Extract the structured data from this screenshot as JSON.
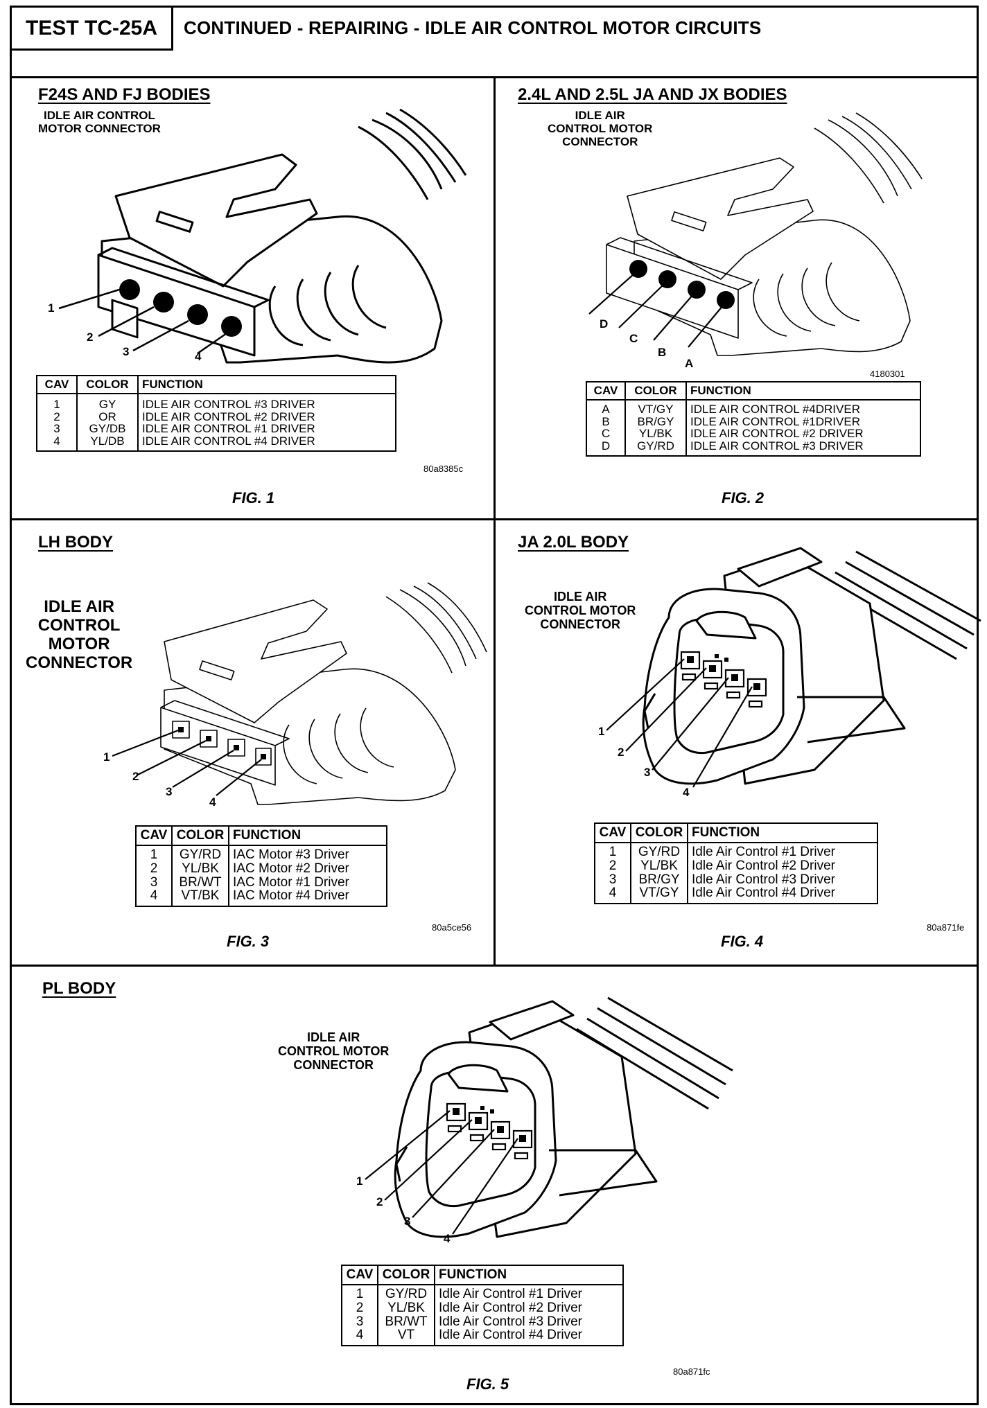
{
  "header": {
    "test_id": "TEST TC-25A",
    "title": "CONTINUED - REPAIRING - IDLE AIR CONTROL MOTOR CIRCUITS"
  },
  "panels": [
    {
      "title": "F24S AND FJ BODIES",
      "connector_label": [
        "IDLE AIR CONTROL",
        "MOTOR CONNECTOR"
      ],
      "callouts": [
        "1",
        "2",
        "3",
        "4"
      ],
      "table": {
        "headers": [
          "CAV",
          "COLOR",
          "FUNCTION"
        ],
        "rows": [
          [
            "1",
            "GY",
            "IDLE AIR CONTROL #3 DRIVER"
          ],
          [
            "2",
            "OR",
            "IDLE AIR CONTROL #2 DRIVER"
          ],
          [
            "3",
            "GY/DB",
            "IDLE AIR CONTROL #1 DRIVER"
          ],
          [
            "4",
            "YL/DB",
            "IDLE AIR CONTROL #4 DRIVER"
          ]
        ]
      },
      "code": "80a8385c",
      "fig": "FIG. 1"
    },
    {
      "title": "2.4L AND 2.5L JA AND JX BODIES",
      "connector_label": [
        "IDLE AIR",
        "CONTROL MOTOR",
        "CONNECTOR"
      ],
      "callouts": [
        "D",
        "C",
        "B",
        "A"
      ],
      "table": {
        "headers": [
          "CAV",
          "COLOR",
          "FUNCTION"
        ],
        "rows": [
          [
            "A",
            "VT/GY",
            "IDLE AIR CONTROL #4DRIVER"
          ],
          [
            "B",
            "BR/GY",
            "IDLE AIR CONTROL #1DRIVER"
          ],
          [
            "C",
            "YL/BK",
            "IDLE AIR CONTROL #2 DRIVER"
          ],
          [
            "D",
            "GY/RD",
            "IDLE AIR CONTROL #3 DRIVER"
          ]
        ]
      },
      "code": "4180301",
      "fig": "FIG. 2"
    },
    {
      "title": "LH BODY",
      "connector_label": [
        "IDLE AIR",
        "CONTROL",
        "MOTOR",
        "CONNECTOR"
      ],
      "callouts": [
        "1",
        "2",
        "3",
        "4"
      ],
      "table": {
        "headers": [
          "CAV",
          "COLOR",
          "FUNCTION"
        ],
        "rows": [
          [
            "1",
            "GY/RD",
            "IAC Motor #3 Driver"
          ],
          [
            "2",
            "YL/BK",
            "IAC Motor #2 Driver"
          ],
          [
            "3",
            "BR/WT",
            "IAC Motor #1 Driver"
          ],
          [
            "4",
            "VT/BK",
            "IAC Motor #4 Driver"
          ]
        ]
      },
      "code": "80a5ce56",
      "fig": "FIG. 3"
    },
    {
      "title": "JA 2.0L BODY",
      "connector_label": [
        "IDLE AIR",
        "CONTROL MOTOR",
        "CONNECTOR"
      ],
      "callouts": [
        "1",
        "2",
        "3",
        "4"
      ],
      "table": {
        "headers": [
          "CAV",
          "COLOR",
          "FUNCTION"
        ],
        "rows": [
          [
            "1",
            "GY/RD",
            "Idle Air Control #1 Driver"
          ],
          [
            "2",
            "YL/BK",
            "Idle Air Control #2 Driver"
          ],
          [
            "3",
            "BR/GY",
            "Idle Air Control #3 Driver"
          ],
          [
            "4",
            "VT/GY",
            "Idle Air Control #4 Driver"
          ]
        ]
      },
      "code": "80a871fe",
      "fig": "FIG. 4"
    },
    {
      "title": "PL BODY",
      "connector_label": [
        "IDLE AIR",
        "CONTROL MOTOR",
        "CONNECTOR"
      ],
      "callouts": [
        "1",
        "2",
        "3",
        "4"
      ],
      "table": {
        "headers": [
          "CAV",
          "COLOR",
          "FUNCTION"
        ],
        "rows": [
          [
            "1",
            "GY/RD",
            "Idle Air Control #1 Driver"
          ],
          [
            "2",
            "YL/BK",
            "Idle Air Control #2 Driver"
          ],
          [
            "3",
            "BR/WT",
            "Idle Air Control #3 Driver"
          ],
          [
            "4",
            "VT",
            "Idle Air Control #4 Driver"
          ]
        ]
      },
      "code": "80a871fc",
      "fig": "FIG. 5"
    }
  ]
}
